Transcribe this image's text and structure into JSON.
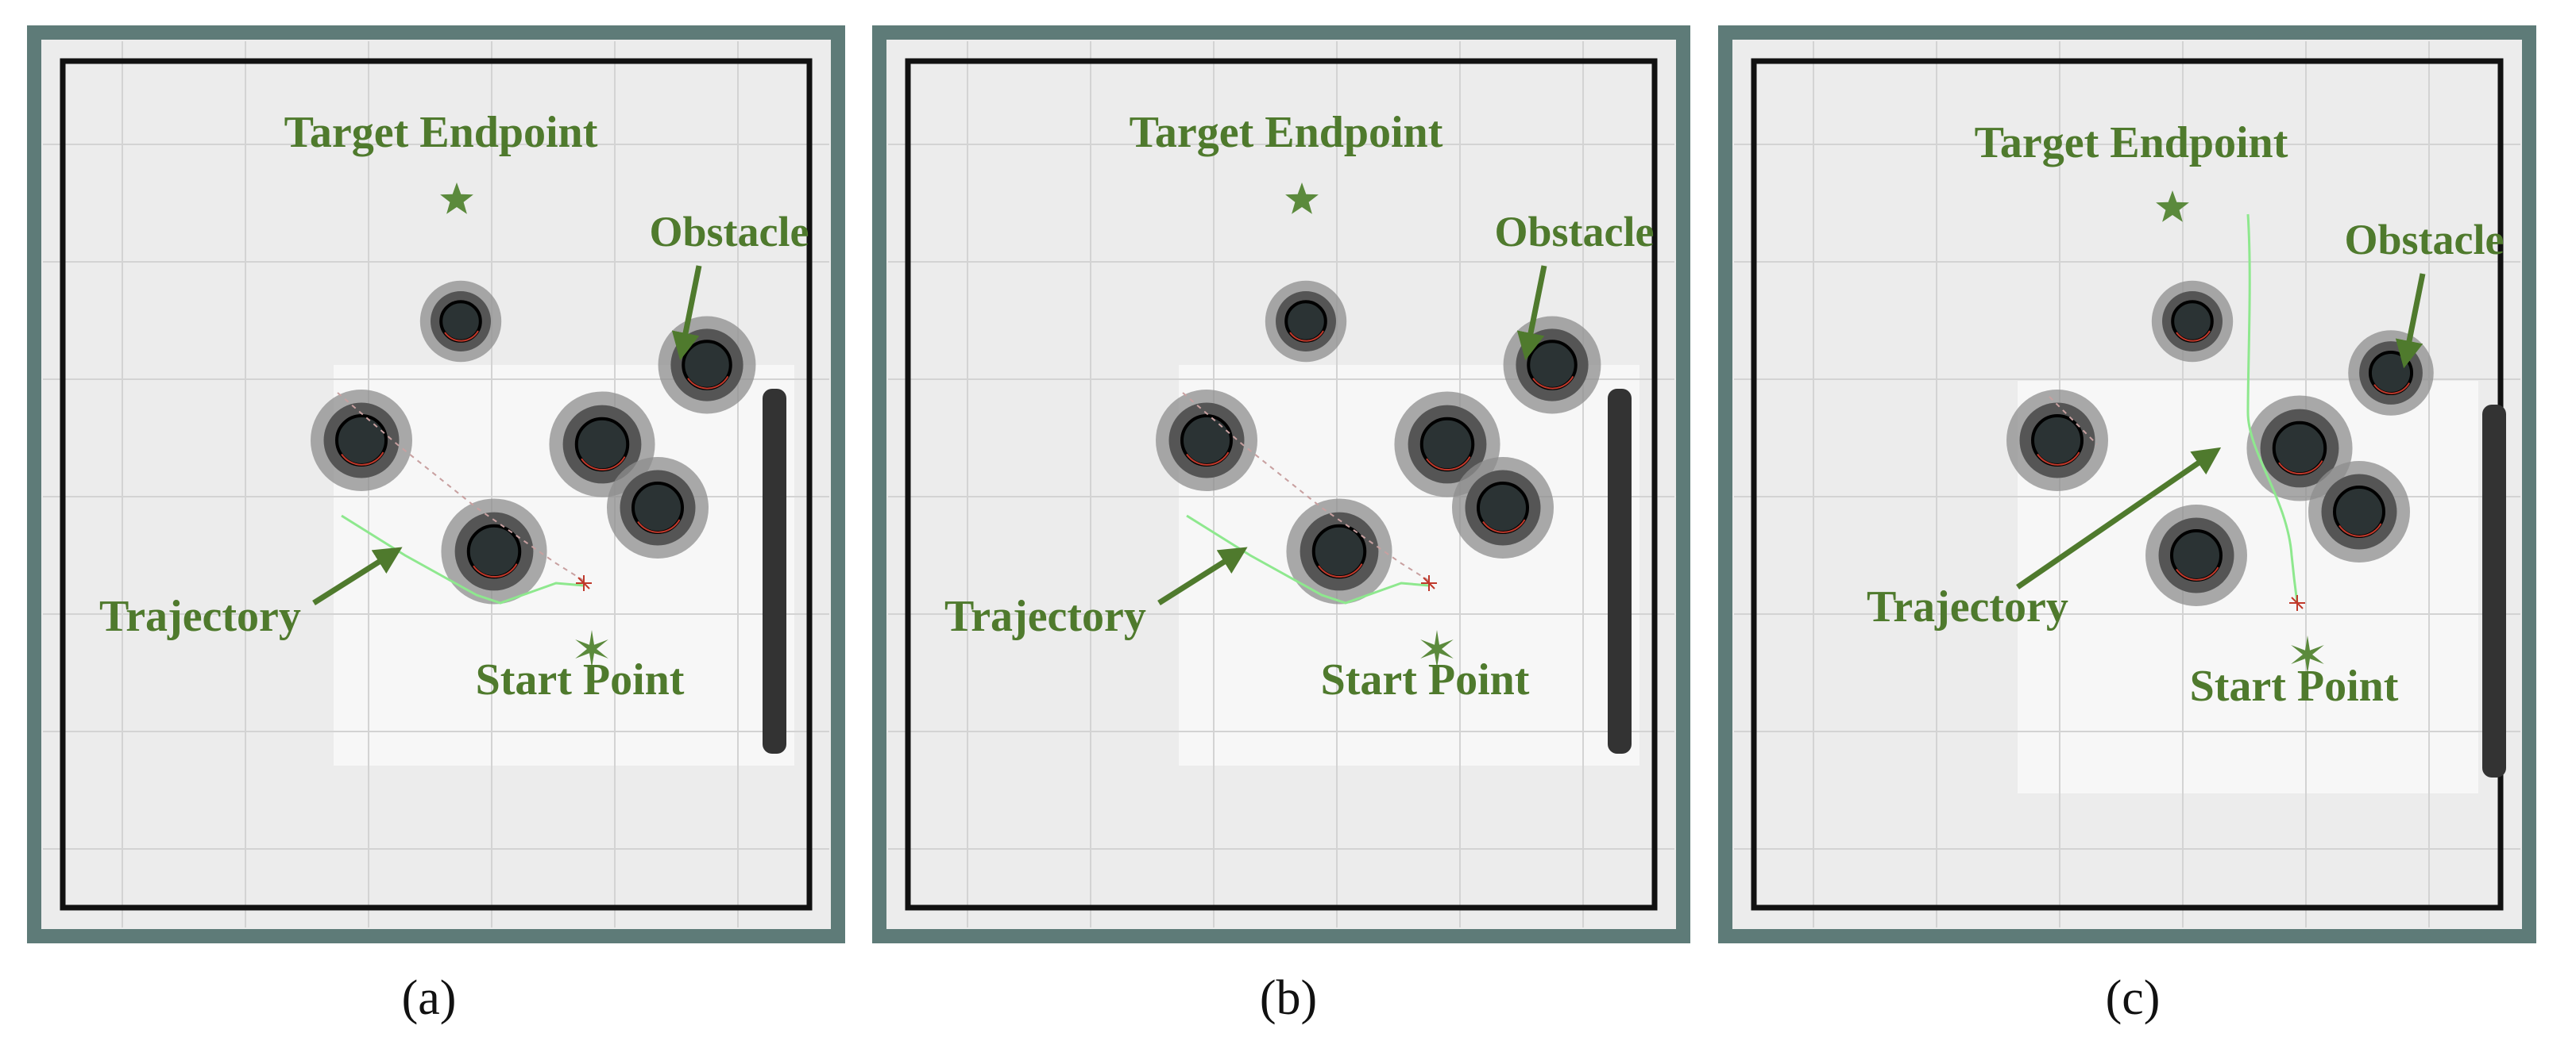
{
  "colors": {
    "map_border": "#5e7b78",
    "map_unknown": "#ececec",
    "map_free": "#f7f7f7",
    "grid": "#d3d3d3",
    "wall": "#111111",
    "obstacle_core": "#2b3334",
    "obstacle_halo": "#8e8e8e",
    "label": "#4f7a2d",
    "trajectory": "#8ee88e",
    "star": "#5b8a3c"
  },
  "panels": [
    {
      "caption": "(a)",
      "labels": {
        "target": "Target Endpoint",
        "obstacle": "Obstacle",
        "trajectory": "Trajectory",
        "start": "Start Point"
      }
    },
    {
      "caption": "(b)",
      "labels": {
        "target": "Target Endpoint",
        "obstacle": "Obstacle",
        "trajectory": "Trajectory",
        "start": "Start Point"
      }
    },
    {
      "caption": "(c)",
      "labels": {
        "target": "Target Endpoint",
        "obstacle": "Obstacle",
        "trajectory": "Trajectory",
        "start": "Start Point"
      }
    }
  ]
}
